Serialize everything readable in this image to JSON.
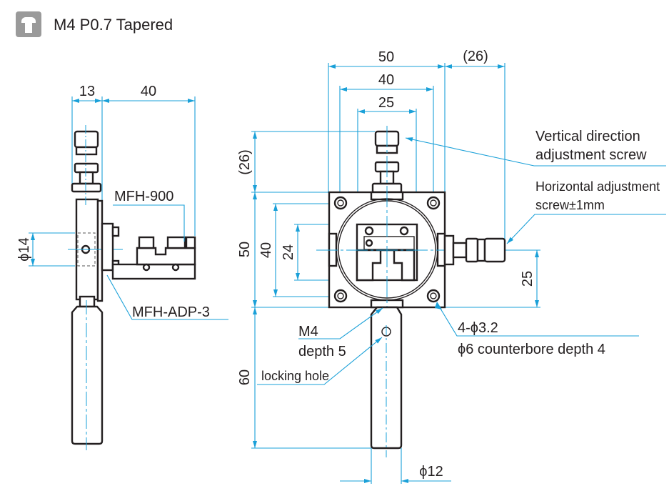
{
  "header": {
    "icon": "tapered-screw-icon",
    "title": "M4 P0.7 Tapered"
  },
  "side_view": {
    "dims": {
      "width_a": "13",
      "width_b": "40",
      "dia": "ϕ14"
    },
    "labels": {
      "holder": "MFH-900",
      "adapter": "MFH-ADP-3"
    }
  },
  "front_view": {
    "dims": {
      "top_50": "50",
      "top_40": "40",
      "top_25": "25",
      "top_26": "(26)",
      "left_26": "(26)",
      "left_50": "50",
      "left_40": "40",
      "left_24": "24",
      "right_25": "25",
      "left_60": "60",
      "bottom_dia": "ϕ12"
    },
    "labels": {
      "vertical_line1": "Vertical direction",
      "vertical_line2": "adjustment screw",
      "horizontal_line1": "Horizontal adjustment",
      "horizontal_line2": "screw±1mm",
      "m4": "M4",
      "depth": "depth 5",
      "locking": "locking hole",
      "holes_line1": "4-ϕ3.2",
      "holes_line2": "ϕ6 counterbore depth 4"
    }
  }
}
